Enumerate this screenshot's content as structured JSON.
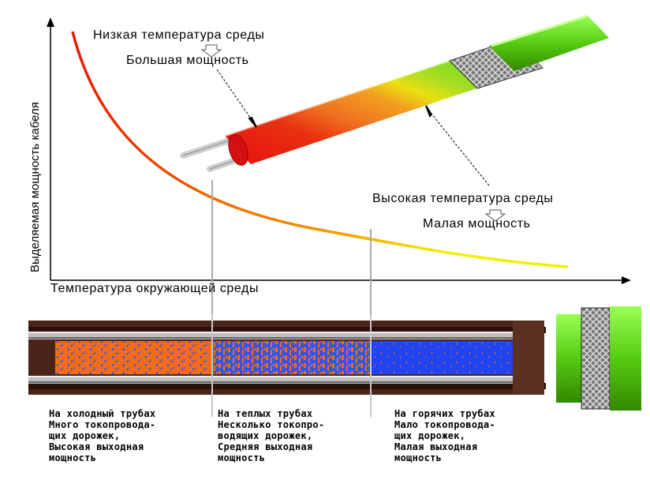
{
  "top": {
    "y_axis_label": "Выделяемая мощность кабеля",
    "x_axis_label": "Температура окружающей среды",
    "low_temp_label": "Низкая температура среды",
    "high_power_label": "Большая мощность",
    "high_temp_label": "Высокая температура среды",
    "low_power_label": "Малая мощность"
  },
  "bottom": {
    "cold_pipes": [
      "На холодный трубах",
      "Много токопровода-",
      "щих дорожек,",
      "Высокая выходная",
      "мощность"
    ],
    "warm_pipes": [
      "На теплых трубах",
      "Несколько токопро-",
      "водящих дорожек,",
      "Средняя выходная",
      "мощность"
    ],
    "hot_pipes": [
      "На горячих трубах",
      "Мало токопровода-",
      "щих дорожек,",
      "Малая выходная",
      "мощность"
    ]
  },
  "colors": {
    "curve_hot": "#e61a00",
    "curve_mid": "#f07a00",
    "curve_cool": "#f2f000",
    "jacket_green": "#66dd22",
    "braid": "#555555",
    "core_orange": "#f26a1a",
    "core_blue": "#2244ee",
    "shell_brown": "#4a2418"
  }
}
